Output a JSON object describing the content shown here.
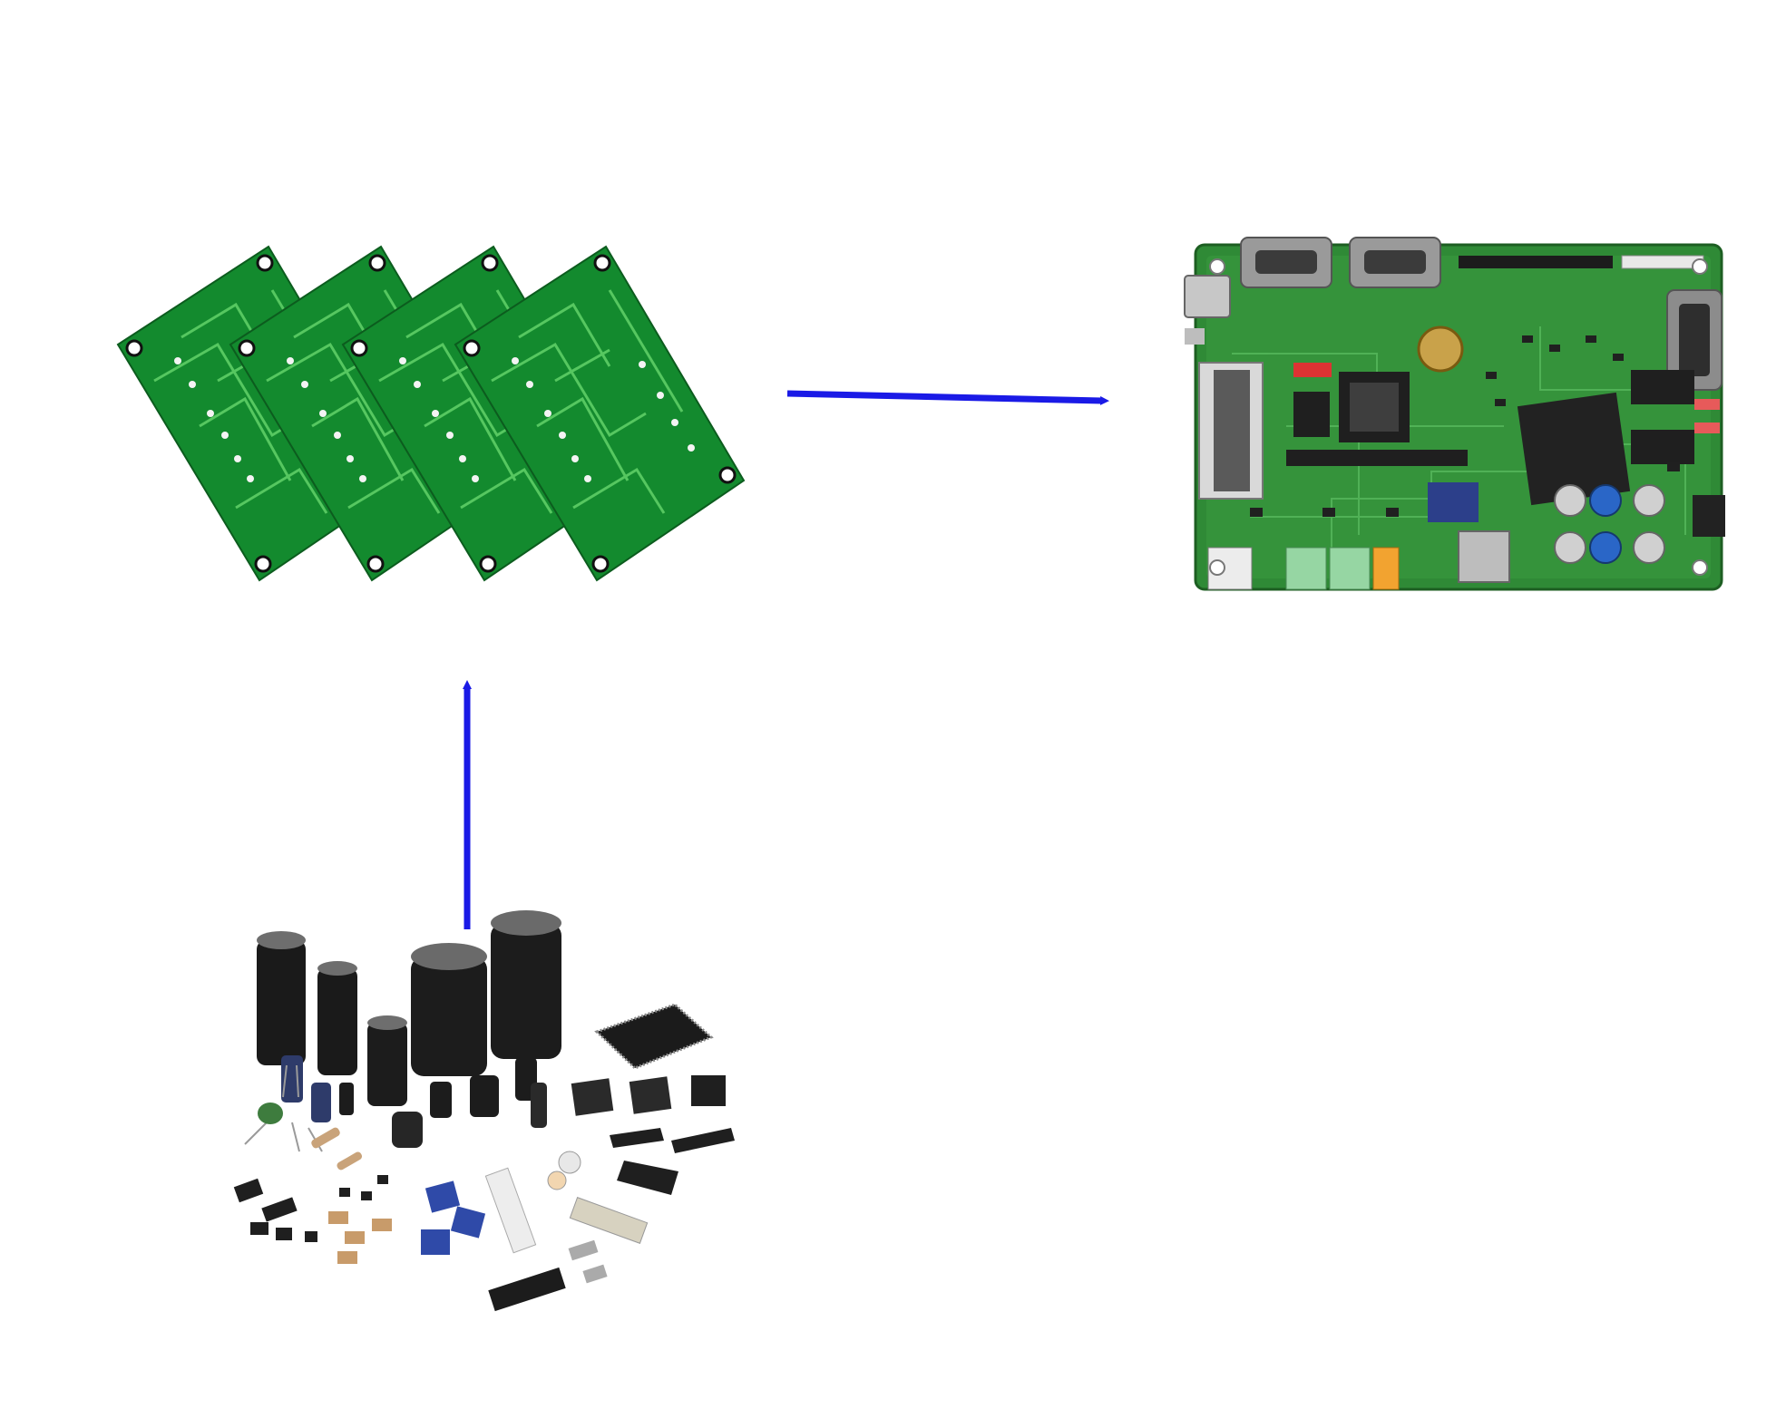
{
  "nodes": [
    {
      "id": "bare-pcbs",
      "icon": "bare-pcb-stack-icon",
      "count": 4
    },
    {
      "id": "assembled-board",
      "icon": "assembled-pcb-icon"
    },
    {
      "id": "components",
      "icon": "electronic-components-icon"
    }
  ],
  "edges": [
    {
      "from": "components",
      "to": "bare-pcbs"
    },
    {
      "from": "bare-pcbs",
      "to": "assembled-board"
    }
  ],
  "colors": {
    "arrow": "#1a1ae6",
    "bare_pcb": "#138a2e",
    "bare_pcb_trace": "#56c760",
    "assembled_pcb": "#2f8a36",
    "background": "#ffffff"
  }
}
